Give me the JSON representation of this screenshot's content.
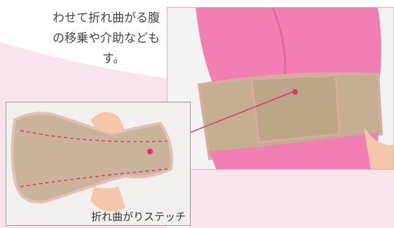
{
  "description": {
    "line1": "わせて折れ曲がる腹",
    "line2": "の移乗や介助なども",
    "line3": "す。"
  },
  "inset": {
    "caption": "折れ曲がりステッチ"
  },
  "colors": {
    "accent_pink": "#e0336a",
    "background_pink": "#f9e4ee",
    "belt_beige": "#c4ad90"
  }
}
